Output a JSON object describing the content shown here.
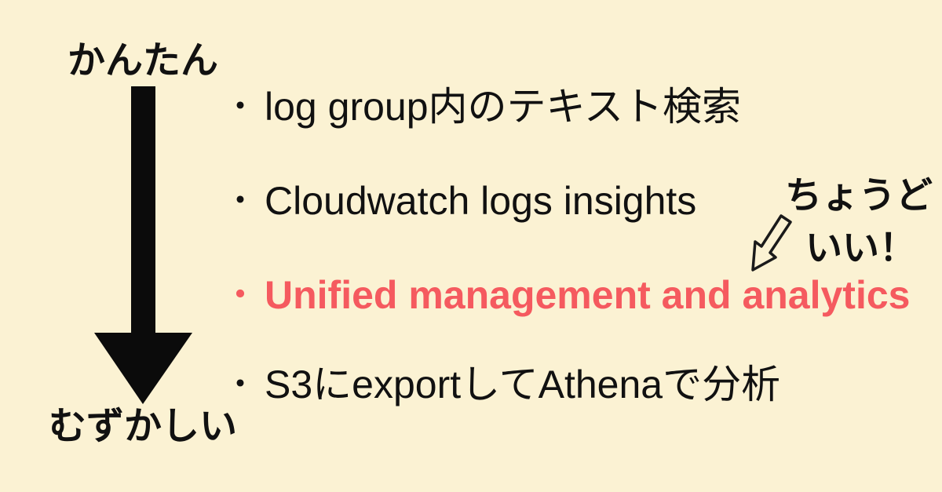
{
  "colors": {
    "background": "#FBF2D3",
    "text": "#111111",
    "highlight": "#F55A5F"
  },
  "difficulty_axis": {
    "top_label": "かんたん",
    "bottom_label": "むずかしい",
    "arrow_icon": "down-arrow"
  },
  "list": {
    "bullet": "・",
    "items": [
      {
        "text": "log group内のテキスト検索",
        "highlighted": false
      },
      {
        "text": "Cloudwatch logs insights",
        "highlighted": false
      },
      {
        "text": "Unified management and analytics",
        "highlighted": true
      },
      {
        "text": "S3にexportしてAthenaで分析",
        "highlighted": false
      }
    ]
  },
  "callout": {
    "line1": "ちょうど",
    "line2": "いい！",
    "arrow_icon": "down-left-outline-arrow"
  }
}
